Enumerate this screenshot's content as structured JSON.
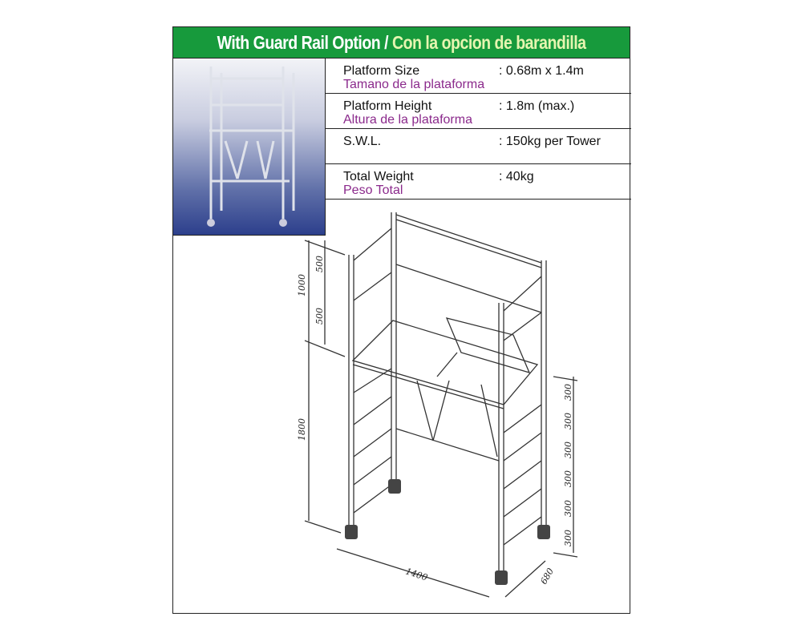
{
  "header": {
    "title_en": "With Guard Rail Option /",
    "title_es": "Con la opcion de barandilla"
  },
  "specs": [
    {
      "label": "Platform Size",
      "label_es": "Tamano de la plataforma",
      "value": ": 0.68m x 1.4m"
    },
    {
      "label": "Platform Height",
      "label_es": "Altura de la plataforma",
      "value": ": 1.8m (max.)"
    },
    {
      "label": "S.W.L.",
      "label_es": "",
      "value": ": 150kg per Tower"
    },
    {
      "label": "Total Weight",
      "label_es": "Peso Total",
      "value": ": 40kg"
    }
  ],
  "dimensions": {
    "guard_total": "1000",
    "guard_upper": "500",
    "guard_lower": "500",
    "platform_height": "1800",
    "rungs": [
      "300",
      "300",
      "300",
      "300",
      "300",
      "300"
    ],
    "length": "1400",
    "width": "680"
  },
  "colors": {
    "header_green": "#179a3c",
    "spanish_text": "#8b2a8c"
  }
}
